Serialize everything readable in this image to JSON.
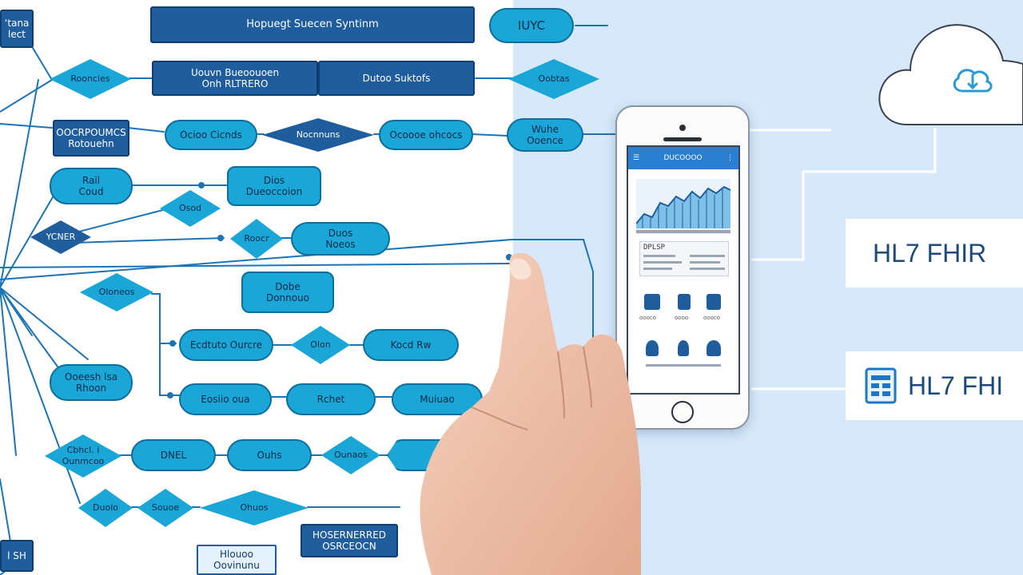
{
  "diagram": {
    "nodes": {
      "top_left": "ʻtana\nlect",
      "title_box": "Hopuegt Suecen Syntinm",
      "top_pill": "IUYC",
      "r2_diamond_left": "Rooncies",
      "r2_box_left": "Uouvn Bueoouoen\nOnh RLTRERO",
      "r2_box_right": "Dutoo Suktofs",
      "r2_diamond_right": "Oobtas",
      "r3_box_left": "OOCRPOUMCS\nRotouehn",
      "r3_pill_1": "Ocioo Cicnds",
      "r3_diamond": "Nocnnuns",
      "r3_pill_2": "Ocoooe ohcocs",
      "r3_pill_3": "Wuhe\nOoence",
      "r4_pill_left": "Rail\nCoud",
      "r4_box": "Dios\nDueoccoion",
      "r4_diamond": "Osod",
      "r5_diamond_left": "YCNER",
      "r5_diamond_mid": "Roocr",
      "r5_pill": "Duos\nNoeos",
      "r6_diamond": "Oloneos",
      "r6_box": "Dobe\nDonnouo",
      "r7_pill_1": "Ecdtuto Ourcre",
      "r7_diamond": "Olon",
      "r7_pill_2": "Kocd Rw",
      "r8_pill_1": "Eosiio oua",
      "r8_pill_2": "Rchet",
      "r8_pill_3": "Muiuao",
      "left_pill": "Ooeesh lsa\nRhoon",
      "r9_diamond_1": "Cbhcl. i\nOunmcoo",
      "r9_pill_1": "DNEL",
      "r9_pill_2": "Ouhs",
      "r9_diamond_2": "Ounaos",
      "r10_diamond_1": "Duolo",
      "r10_diamond_2": "Souoe",
      "r10_diamond_3": "Ohuos",
      "bottom_box_1": "HOSERNERRED\nOSRCEOCN",
      "bottom_box_2": "Hlouoo\nOovinunu",
      "bottom_left": "l SH"
    }
  },
  "phone": {
    "app_title": "DUCOOOO",
    "table_text": "DPLSP",
    "icon_labels": [
      "oooco",
      "oooo",
      "oooco"
    ]
  },
  "cards": {
    "card1": "HL7 FHIR",
    "card2": "HL7 FHI"
  },
  "colors": {
    "accent": "#1aa6d6",
    "dark_blue": "#1f5d9c",
    "background_right": "#d6e8fa"
  }
}
